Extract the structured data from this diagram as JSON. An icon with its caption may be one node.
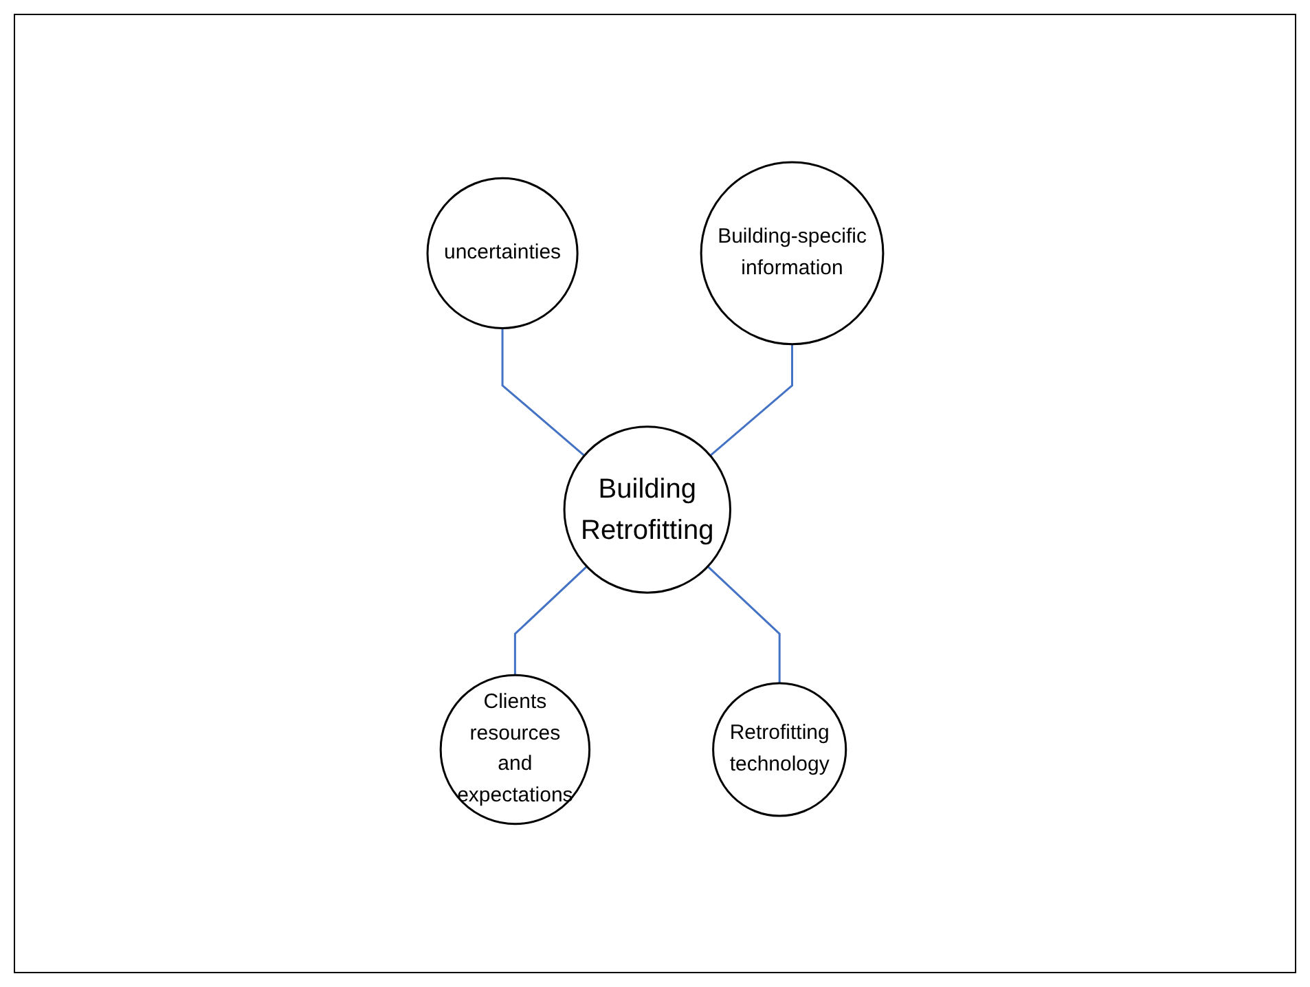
{
  "diagram": {
    "nodes": [
      {
        "text": [
          "uncertainties"
        ]
      },
      {
        "text": [
          "Building-specific information"
        ]
      },
      {
        "text": [
          "Building Retrofitting"
        ]
      },
      {
        "text": [
          "Clients resources and expectations"
        ]
      },
      {
        "text": [
          "Retrofitting technology"
        ]
      }
    ],
    "edges": [
      {
        "from": 0,
        "to": 2,
        "arrow": "none"
      },
      {
        "from": 1,
        "to": 2,
        "arrow": "none"
      },
      {
        "from": 2,
        "to": 3,
        "arrow": "none"
      },
      {
        "from": 2,
        "to": 4,
        "arrow": "none"
      }
    ]
  }
}
